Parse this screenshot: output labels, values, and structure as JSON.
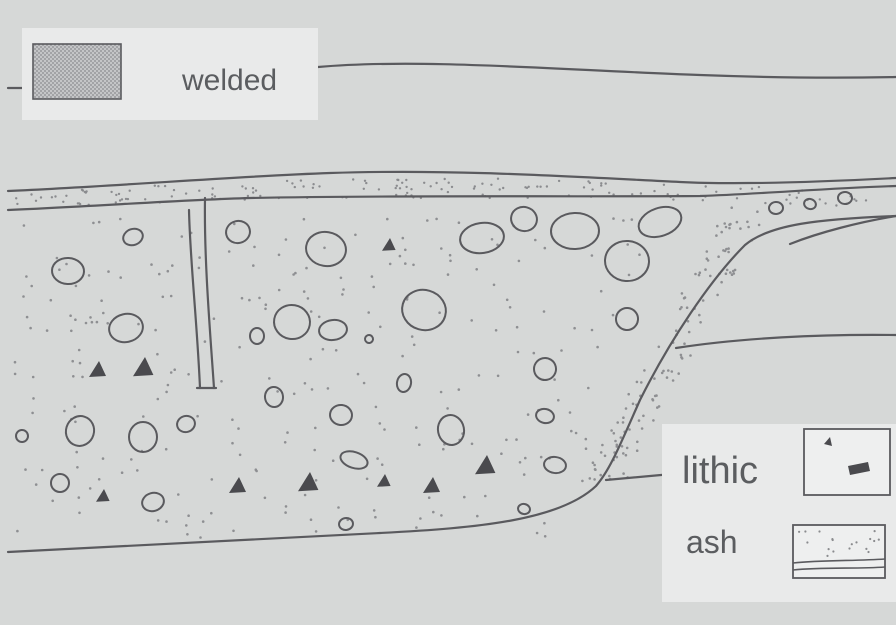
{
  "legend": {
    "welded": {
      "label": "welded",
      "swatch": "stippled-gray-box"
    },
    "lithic": {
      "label": "lithic",
      "swatch": "lithic-fragments-box"
    },
    "ash": {
      "label": "ash",
      "swatch": "dotted-ash-layers-box"
    }
  },
  "colors": {
    "paper": "#d6d8d7",
    "panel": "#e9eaea",
    "line": "#5a5a5e",
    "text": "#5b5d60",
    "stipple": "#8a8b8e"
  }
}
